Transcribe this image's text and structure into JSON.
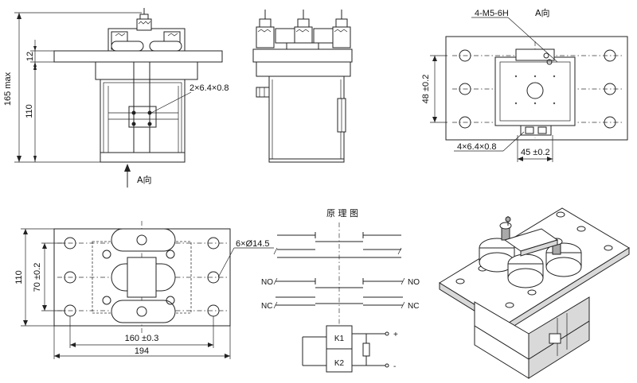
{
  "side_view": {
    "dim_overall": "165 max",
    "dim_flange": "12",
    "dim_body": "110",
    "terminal_spec": "2×6.4×0.8",
    "view_arrow_label": "A向"
  },
  "top_view": {
    "thread_spec": "4-M5-6H",
    "view_label": "A向",
    "dim_vertical": "48 ±0.2",
    "terminal_spec": "4×6.4×0.8",
    "dim_horizontal": "45 ±0.2"
  },
  "plan_view": {
    "hole_spec": "6×Ø14.5",
    "dim_height": "110",
    "dim_hole_pitch_v": "70 ±0.2",
    "dim_hole_pitch_h": "160 ±0.3",
    "dim_width": "194"
  },
  "schematic": {
    "title": "原 理 图",
    "no_left": "NO",
    "no_right": "NO",
    "nc_left": "NC",
    "nc_right": "NC",
    "coil_k1": "K1",
    "coil_k2": "K2",
    "plus": "+",
    "minus": "-"
  }
}
